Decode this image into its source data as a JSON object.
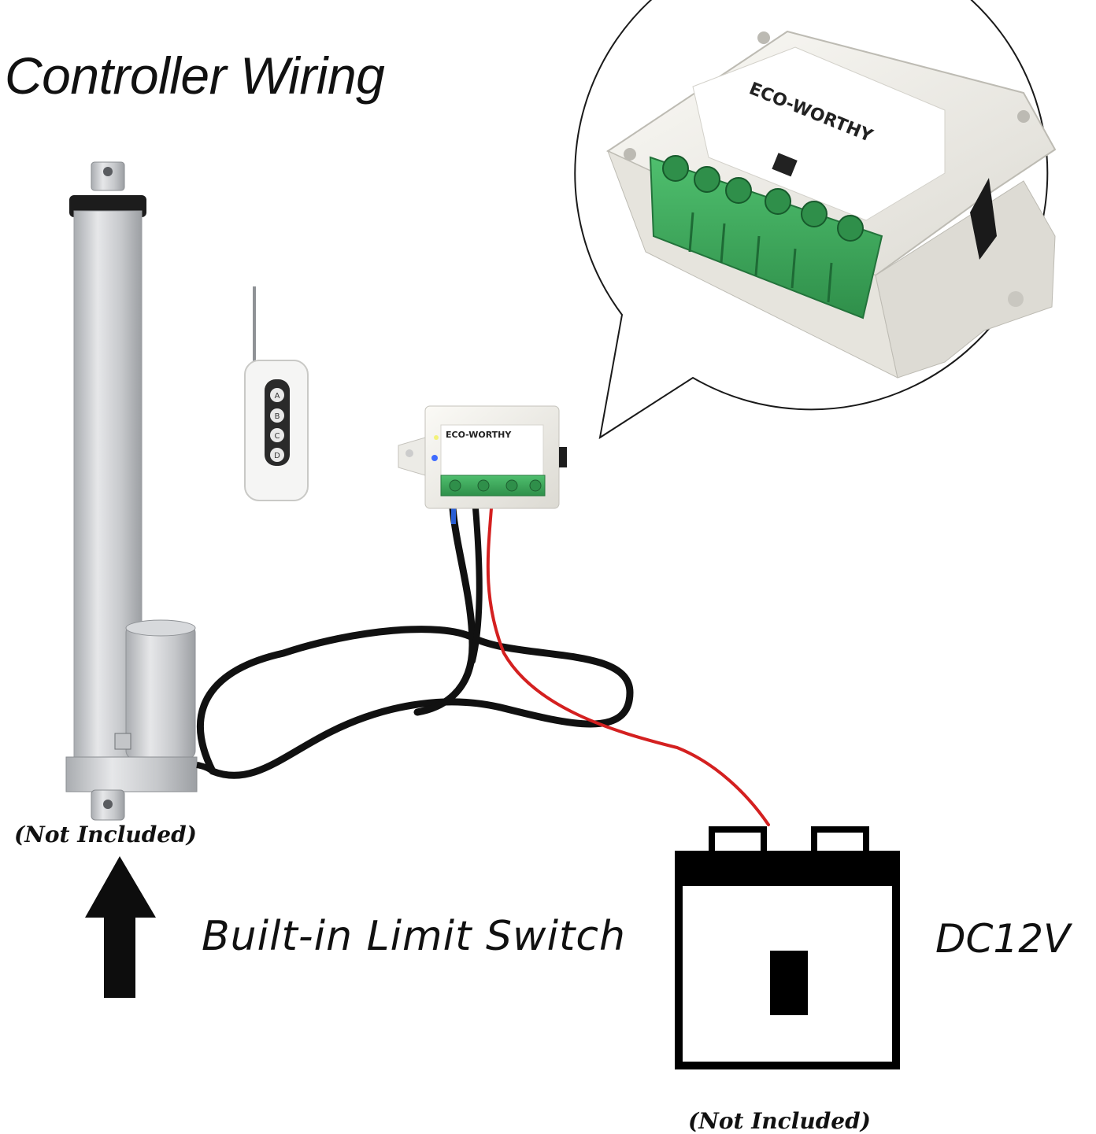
{
  "title": "Controller Wiring",
  "actuator": {
    "note": "(Not Included)"
  },
  "limit_switch": {
    "label": "Built-in Limit Switch"
  },
  "battery": {
    "voltage": "DC12V",
    "note": "(Not Included)"
  },
  "controller": {
    "brand": "ECO-WORTHY"
  },
  "remote": {
    "buttons": [
      "A",
      "B",
      "C",
      "D"
    ]
  },
  "colors": {
    "terminal_green": "#3aa55a",
    "wire_red": "#d42020",
    "wire_black": "#111111",
    "enclosure": "#f0eee8",
    "aluminum": "#c9cbce"
  },
  "icons": [
    "up-arrow-icon",
    "battery-icon",
    "remote-icon",
    "controller-icon",
    "actuator-icon"
  ]
}
